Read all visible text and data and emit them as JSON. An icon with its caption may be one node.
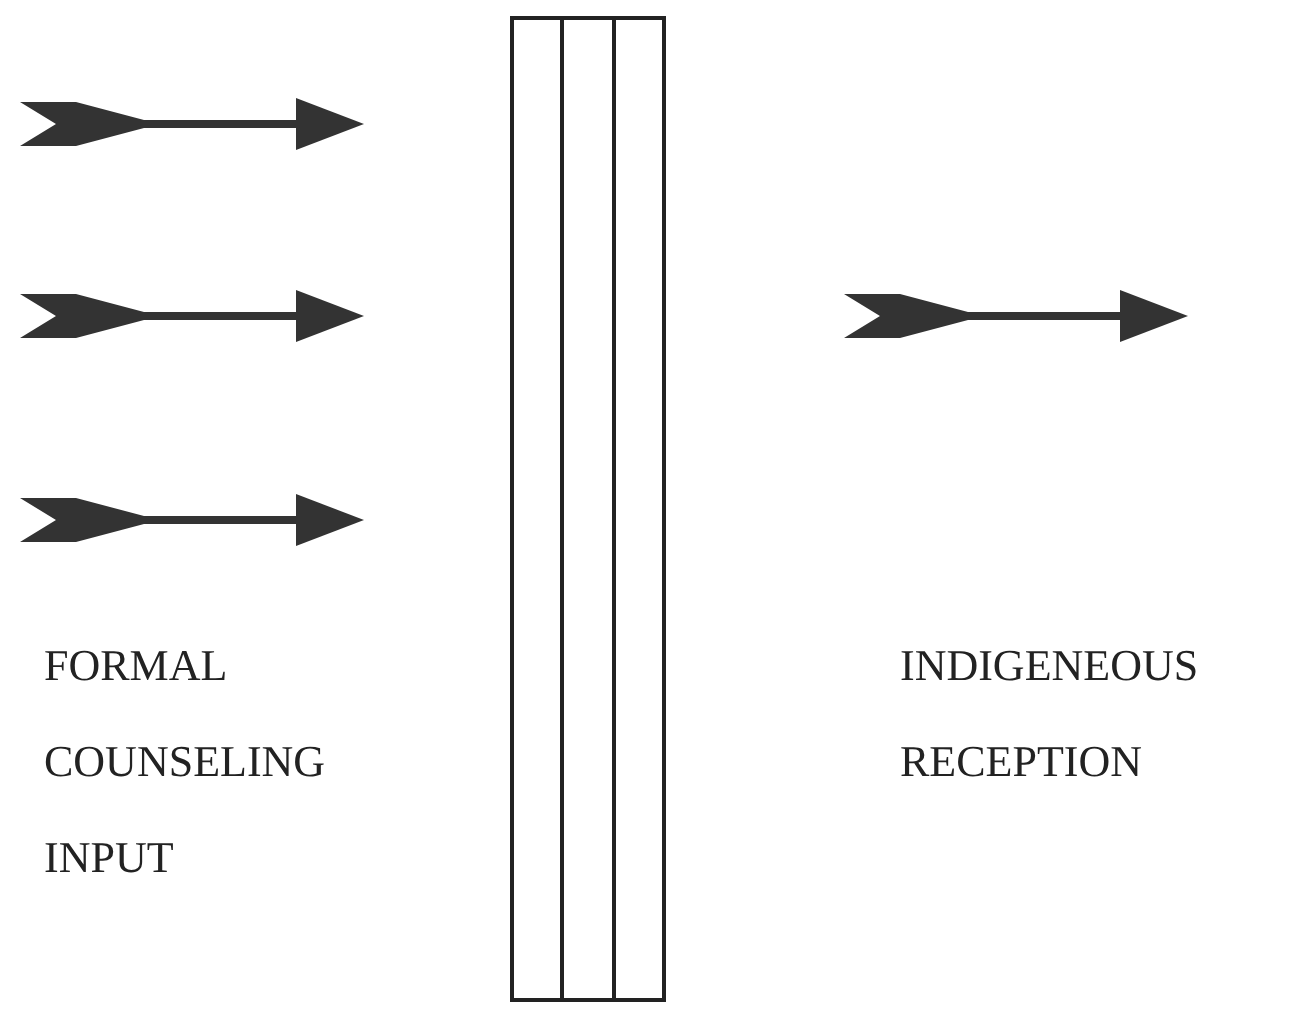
{
  "diagram": {
    "nodes": [
      {
        "text": [],
        "shape": "box"
      }
    ],
    "labels": [
      "FORMAL",
      "COUNSELING",
      "INPUT",
      "INDIGENEOUS",
      "RECEPTION"
    ]
  }
}
